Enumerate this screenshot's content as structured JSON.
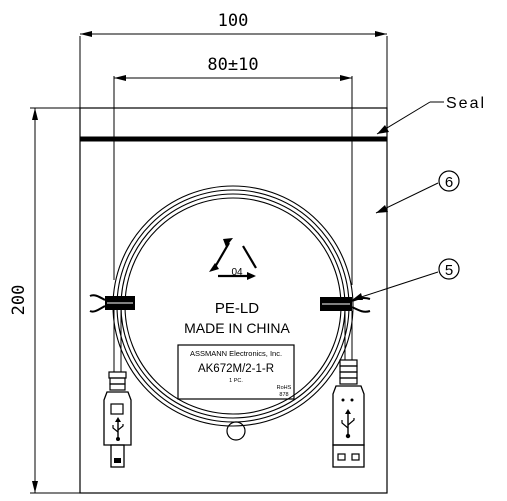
{
  "dimensions": {
    "width_total": "100",
    "width_inner": "80±10",
    "height_total": "200"
  },
  "callouts": {
    "seal": "Seal",
    "item_6": "6",
    "item_5": "5"
  },
  "recycle": {
    "code": "04",
    "material": "PE-LD",
    "origin": "MADE IN CHINA"
  },
  "product_label": {
    "maker": "ASSMANN Electronics, Inc.",
    "part_number": "AK672M/2-1-R",
    "quantity": "1 PC.",
    "rohs": "RoHS",
    "code": "878"
  }
}
